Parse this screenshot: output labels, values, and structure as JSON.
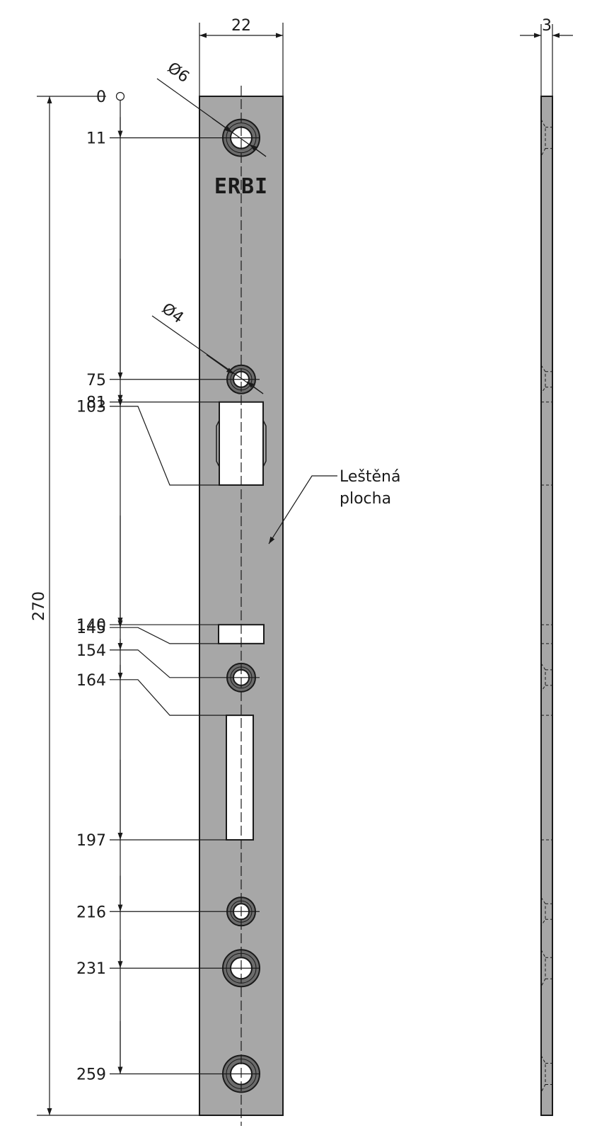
{
  "colors": {
    "plate": "#a7a7a7",
    "plate_edge": "#1a1a1a",
    "hole_ring": "#6c6c6c",
    "cutout": "#ffffff",
    "line": "#1a1a1a"
  },
  "drawing": {
    "width_dim": "22",
    "thickness_dim": "3",
    "length_dim": "270",
    "logo": "ERBI",
    "annotation": {
      "line1": "Leštěná",
      "line2": "plocha"
    },
    "diameters": [
      {
        "label": "Ø6",
        "at_mm": 11
      },
      {
        "label": "Ø4",
        "at_mm": 75
      }
    ],
    "positions_mm": [
      0,
      11,
      75,
      81,
      103,
      140,
      145,
      154,
      164,
      197,
      216,
      231,
      259
    ],
    "position_labels": [
      "0",
      "11",
      "75",
      "81",
      "103",
      "140",
      "145",
      "154",
      "164",
      "197",
      "216",
      "231",
      "259"
    ],
    "holes": [
      {
        "at_mm": 11,
        "size": "large"
      },
      {
        "at_mm": 75,
        "size": "medium"
      },
      {
        "at_mm": 154,
        "size": "medium"
      },
      {
        "at_mm": 216,
        "size": "medium"
      },
      {
        "at_mm": 231,
        "size": "large"
      },
      {
        "at_mm": 259,
        "size": "large"
      }
    ],
    "cutouts": [
      {
        "from_mm": 81,
        "to_mm": 103,
        "kind": "latch"
      },
      {
        "from_mm": 140,
        "to_mm": 145,
        "kind": "slot"
      },
      {
        "from_mm": 164,
        "to_mm": 197,
        "kind": "bolt"
      }
    ]
  }
}
